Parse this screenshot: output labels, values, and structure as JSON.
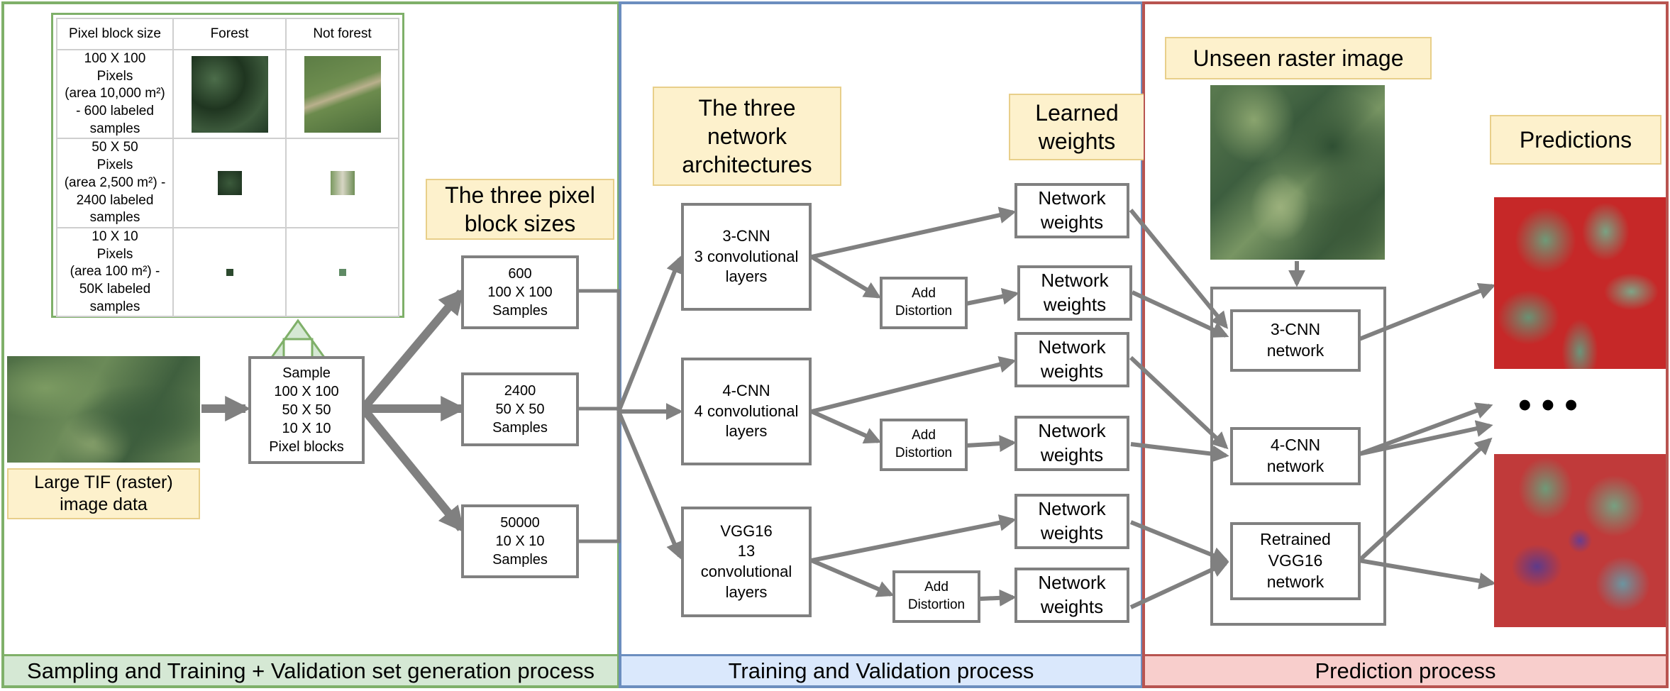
{
  "panels": {
    "sampling": {
      "footer": "Sampling and Training + Validation set generation process",
      "border": "#7fb069",
      "footer_bg": "#d5e8d4"
    },
    "training": {
      "footer": "Training and Validation process",
      "border": "#6c8ebf",
      "footer_bg": "#dae8fc"
    },
    "prediction": {
      "footer": "Prediction process",
      "border": "#b85450",
      "footer_bg": "#f8cecc"
    }
  },
  "table": {
    "headers": [
      "Pixel block size",
      "Forest",
      "Not forest"
    ],
    "rows": [
      {
        "lines": [
          "100 X 100",
          "Pixels",
          "(area 10,000 m²)",
          "- 600 labeled",
          "samples"
        ]
      },
      {
        "lines": [
          "50 X 50",
          "Pixels",
          "(area 2,500 m²) -",
          "2400 labeled",
          "samples"
        ]
      },
      {
        "lines": [
          "10 X 10",
          "Pixels",
          "(area 100 m²) -",
          "50K labeled",
          "samples"
        ]
      }
    ]
  },
  "sampling": {
    "input_label": [
      "Large TIF (raster)",
      "image data"
    ],
    "sample_box": [
      "Sample",
      "100 X 100",
      "50 X 50",
      "10 X 10",
      "Pixel blocks"
    ],
    "block_sizes_label": [
      "The three pixel",
      "block sizes"
    ],
    "outputs": [
      [
        "600",
        "100 X 100",
        "Samples"
      ],
      [
        "2400",
        "50 X 50",
        "Samples"
      ],
      [
        "50000",
        "10 X 10",
        "Samples"
      ]
    ]
  },
  "training": {
    "arch_label": [
      "The three",
      "network",
      "architectures"
    ],
    "weights_label": [
      "Learned",
      "weights"
    ],
    "networks": [
      [
        "3-CNN",
        "3 convolutional",
        "layers"
      ],
      [
        "4-CNN",
        "4 convolutional",
        "layers"
      ],
      [
        "VGG16",
        "13",
        "convolutional",
        "layers"
      ]
    ],
    "distortion": [
      "Add",
      "Distortion"
    ],
    "weights": [
      "Network",
      "weights"
    ]
  },
  "prediction": {
    "unseen_label": "Unseen raster image",
    "predictions_label": "Predictions",
    "networks": [
      [
        "3-CNN",
        "network"
      ],
      [
        "4-CNN",
        "network"
      ],
      [
        "Retrained",
        "VGG16",
        "network"
      ]
    ],
    "ellipsis": "• • •"
  }
}
